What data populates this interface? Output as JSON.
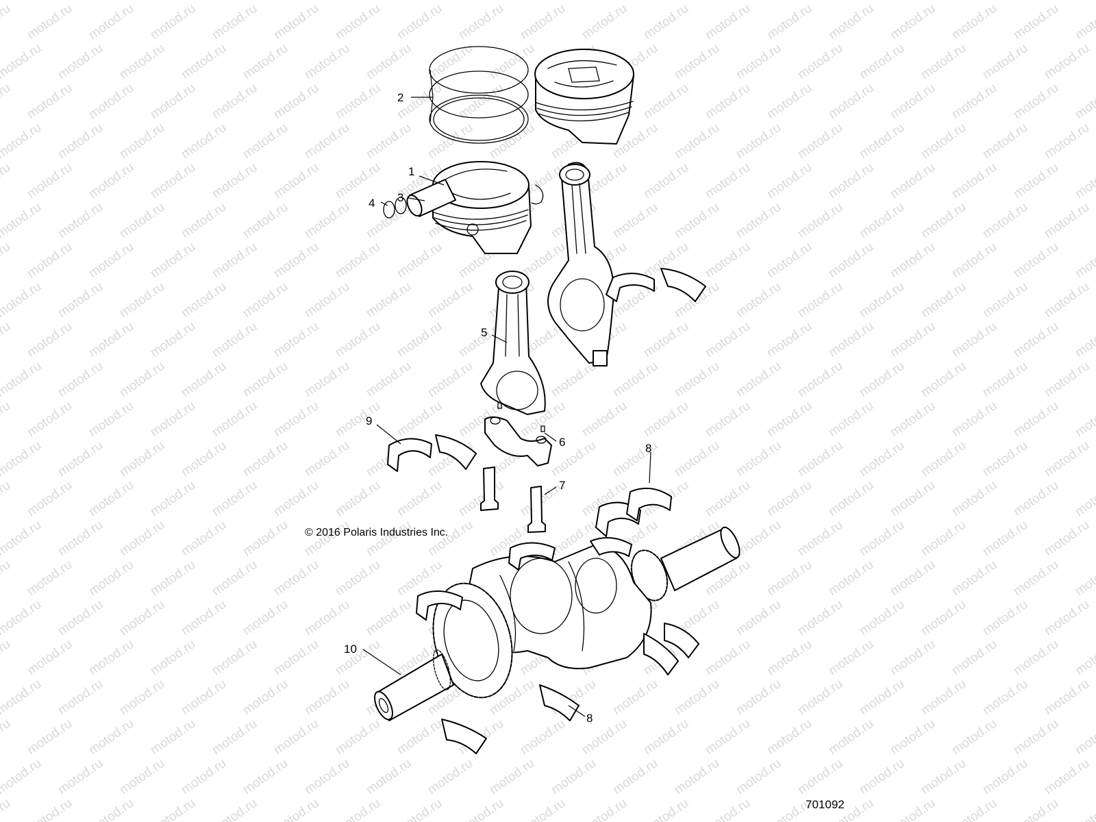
{
  "watermark": {
    "text": "motod.ru",
    "color": "#d9d9d9"
  },
  "copyright": "© 2016 Polaris Industries Inc.",
  "diagram_id": "701092",
  "callouts": [
    {
      "id": "c1",
      "label": "1"
    },
    {
      "id": "c2",
      "label": "2"
    },
    {
      "id": "c3",
      "label": "3"
    },
    {
      "id": "c4",
      "label": "4"
    },
    {
      "id": "c5",
      "label": "5"
    },
    {
      "id": "c6",
      "label": "6"
    },
    {
      "id": "c7",
      "label": "7"
    },
    {
      "id": "c8a",
      "label": "8"
    },
    {
      "id": "c8b",
      "label": "8"
    },
    {
      "id": "c9",
      "label": "9"
    },
    {
      "id": "c10",
      "label": "10"
    }
  ]
}
